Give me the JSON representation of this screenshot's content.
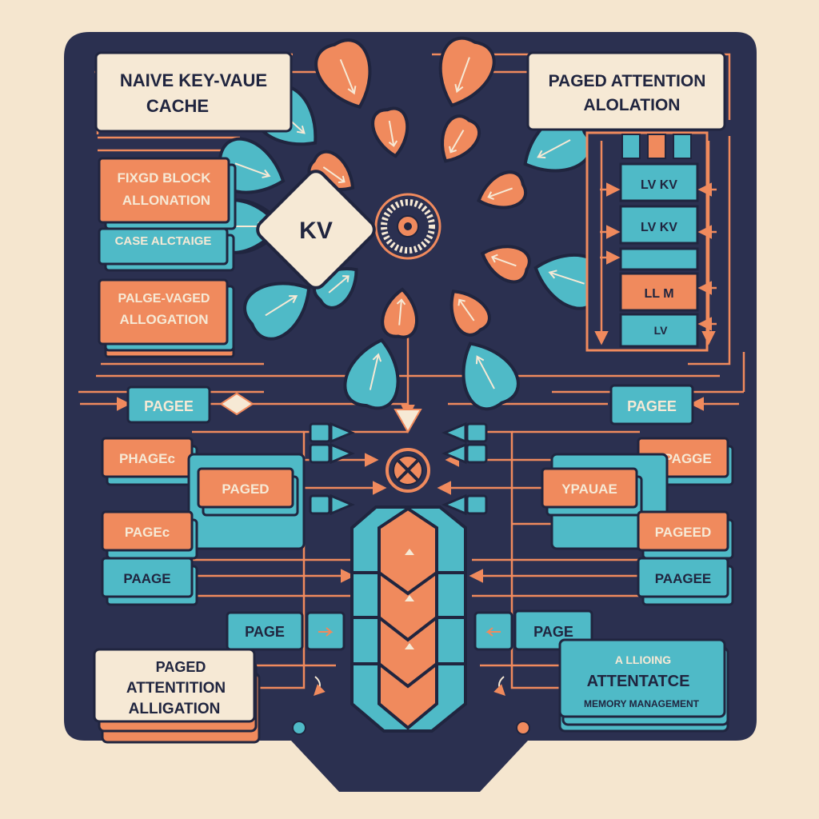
{
  "colors": {
    "background": "#f5e6cf",
    "panel": "#2b3050",
    "cream": "#f6e9d5",
    "orange": "#f08a5d",
    "teal": "#4fbac7",
    "outline": "#20253f",
    "text": "#20253f"
  },
  "labels": {
    "naive_cache": [
      "NAIVE KEY-VAUE",
      "CACHE"
    ],
    "paged_attention_alloc": [
      "PAGED ATTENTION",
      "ALOLATION"
    ],
    "fixed_block": [
      "FIXGD BLOCK",
      "ALLONATION"
    ],
    "cache_alctaige": "CASE ALCTAIGE",
    "paged_vaged": [
      "PALGE-VAGED",
      "ALLOGATION"
    ],
    "kv_center": "KV",
    "right_stack": [
      "LV  KV",
      "LV  KV",
      "LL  M",
      "LV"
    ],
    "page_left_mid": "PAGEE",
    "page_right_mid": "PAGEE",
    "left_pages": [
      "PHAGEc",
      "PAGED",
      "PAGEc",
      "PAAGE"
    ],
    "right_pages": [
      "PPAGGE",
      "YPAUAE",
      "PAGEED",
      "PAAGEE"
    ],
    "page_bottom_left": "PAGE",
    "page_bottom_right": "PAGE",
    "bottom_left": [
      "PAGED",
      "ATTENTITION",
      "ALLIGATION"
    ],
    "bottom_right": [
      "A LLIOING",
      "ATTENTATCE",
      "MEMORY MANAGEMENT"
    ]
  },
  "icons": [
    "hub-icon",
    "merge-icon",
    "arrow-down-icon"
  ]
}
